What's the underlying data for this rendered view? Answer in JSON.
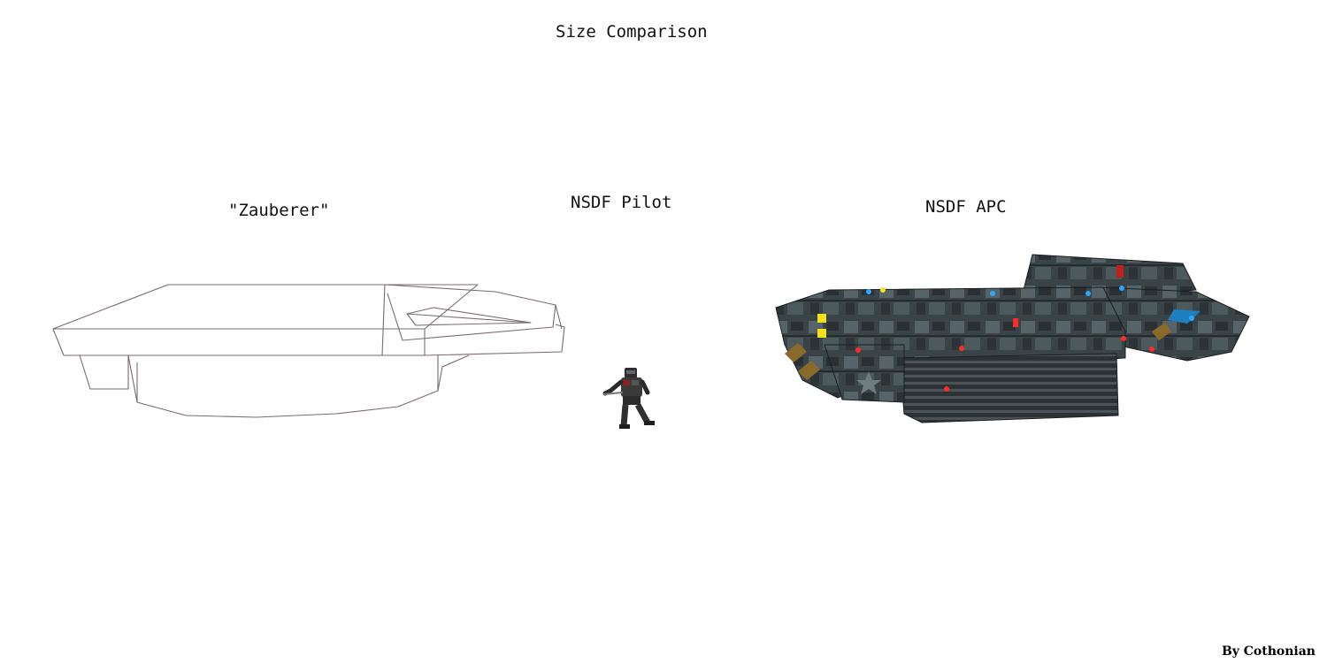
{
  "title": "Size Comparison",
  "subjects": [
    {
      "name": "\"Zauberer\"",
      "icon": "zauberer-sketch"
    },
    {
      "name": "NSDF Pilot",
      "icon": "pilot-figure"
    },
    {
      "name": "NSDF APC",
      "icon": "apc-vehicle"
    }
  ],
  "credit": "By Cothonian",
  "colors": {
    "background": "#ffffff",
    "sketch_line": "#7a6a6e",
    "hull_dark": "#2b3235",
    "hull_mid": "#4b585c",
    "light_red": "#ff2a2a",
    "light_blue": "#29a8ff",
    "light_yellow": "#f2e21c"
  }
}
